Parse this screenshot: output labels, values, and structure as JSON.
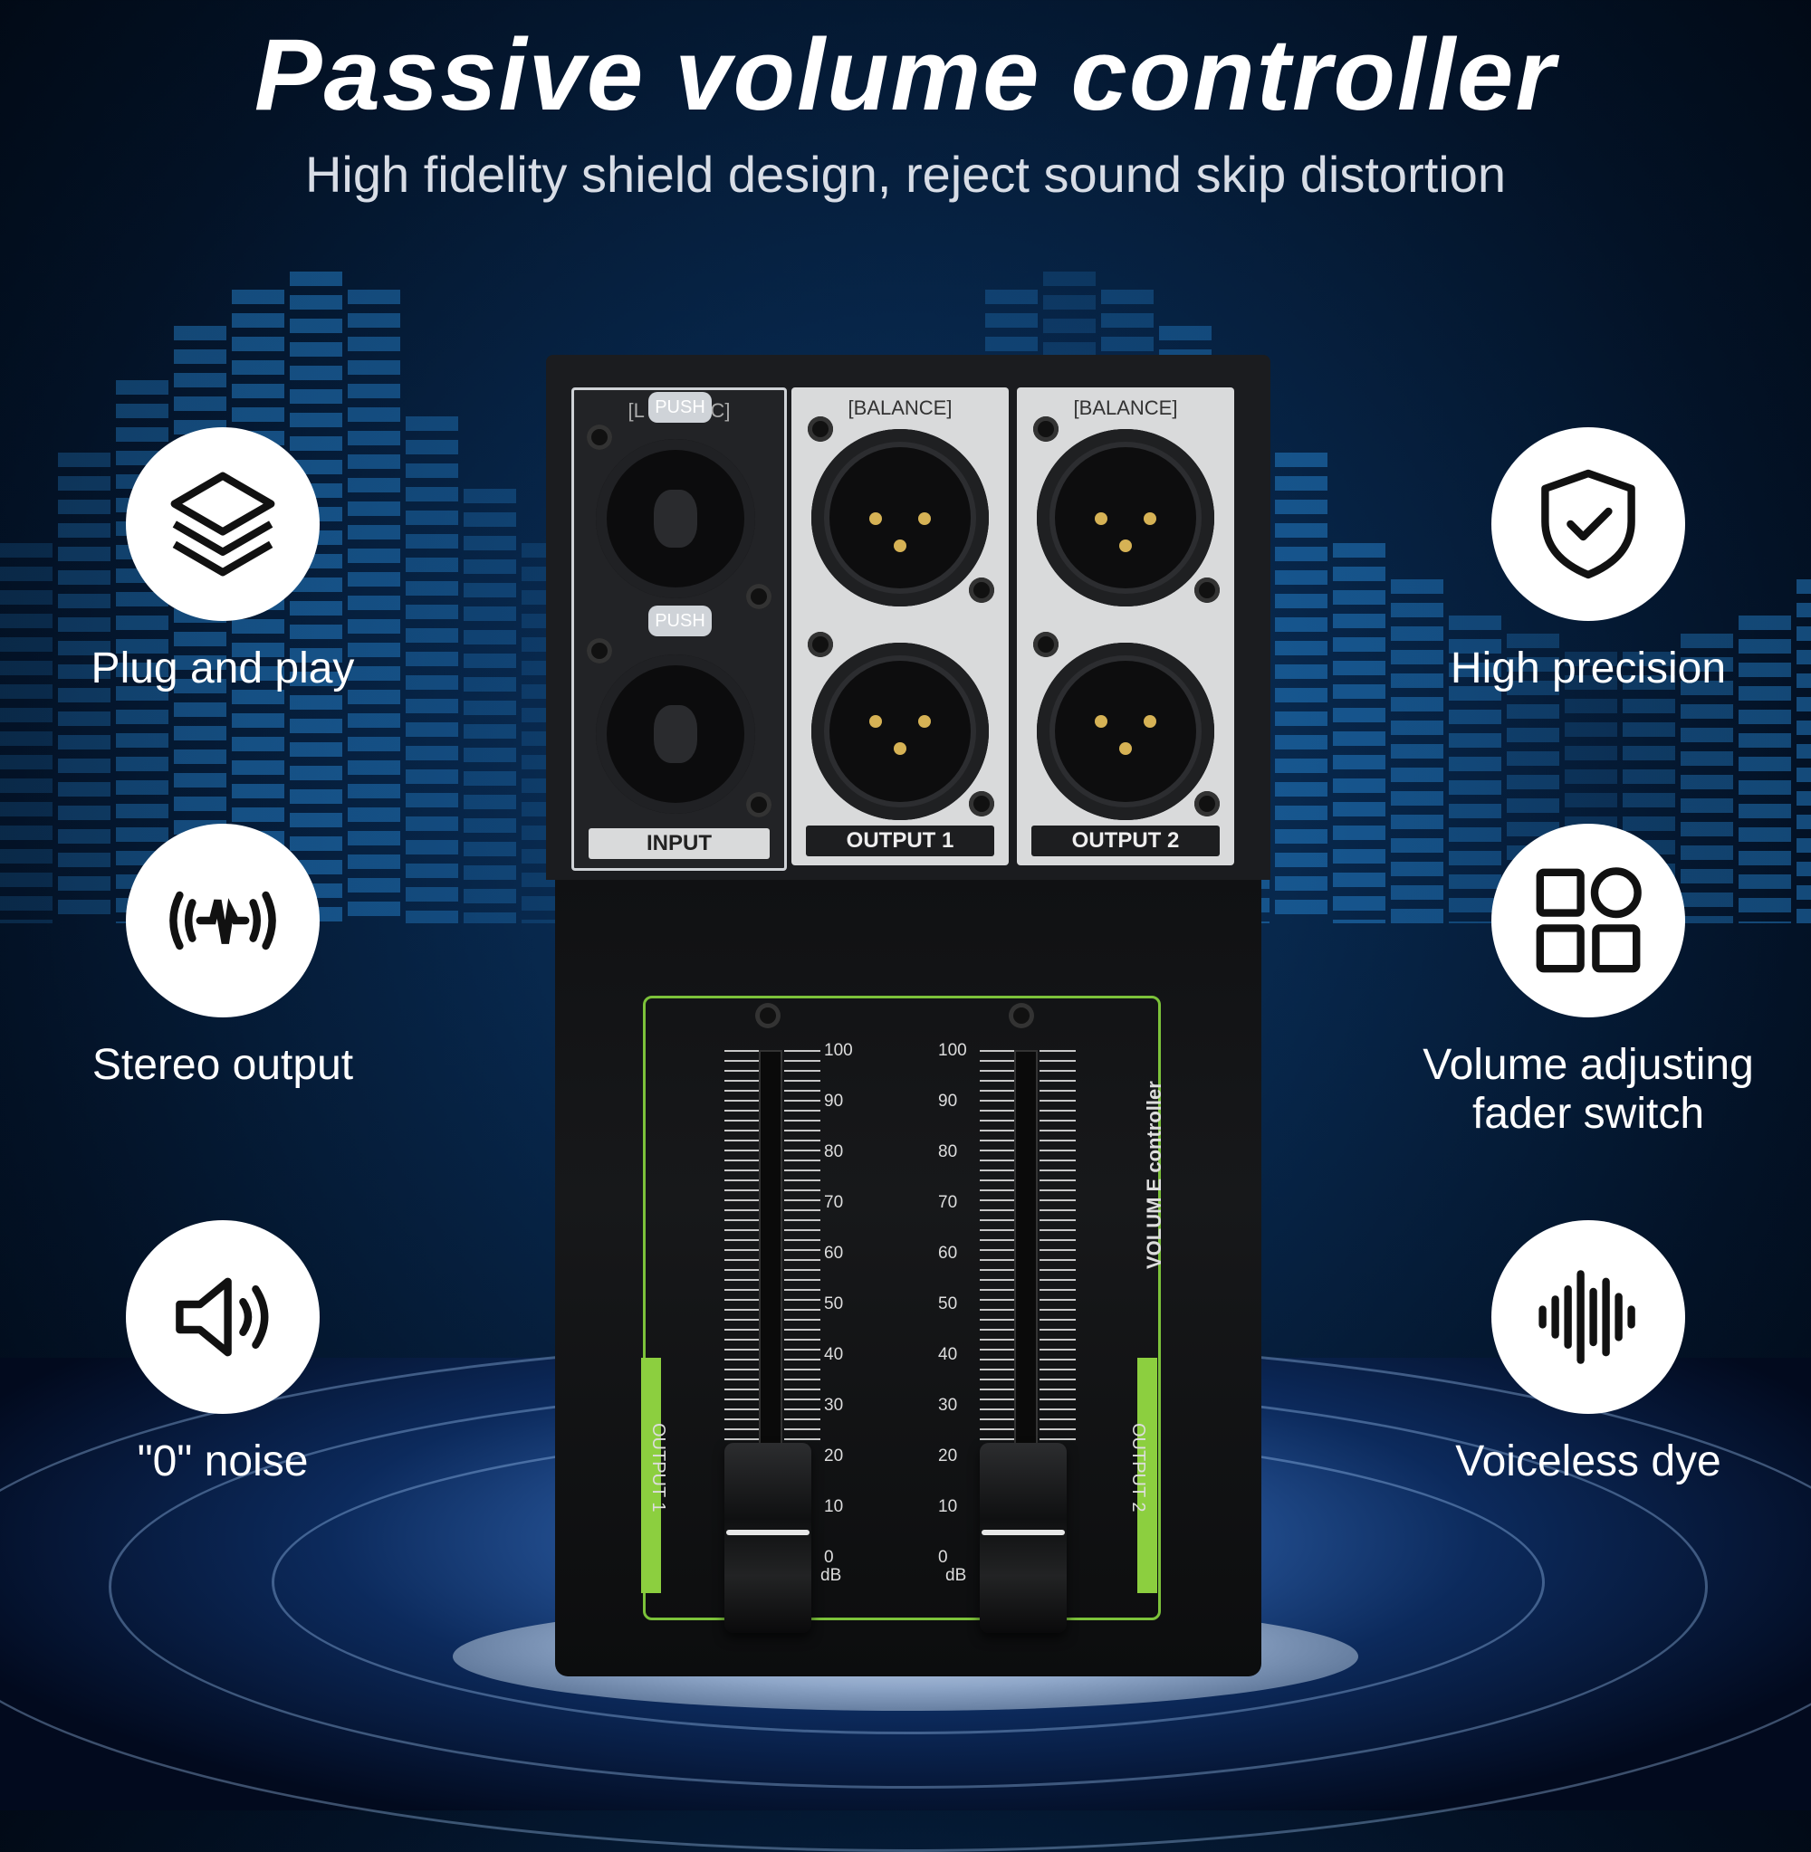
{
  "headline": {
    "title": "Passive volume controller",
    "subtitle": "High fidelity shield design, reject sound skip distortion"
  },
  "features_left": [
    {
      "label": "Plug and play",
      "icon": "layers-icon"
    },
    {
      "label": "Stereo output",
      "icon": "sound-wave-icon"
    },
    {
      "label": "\"0\" noise",
      "icon": "speaker-icon"
    }
  ],
  "features_right": [
    {
      "label": "High precision",
      "icon": "shield-check-icon"
    },
    {
      "label": "Volume adjusting fader switch",
      "icon": "grid-icon"
    },
    {
      "label": "Voiceless dye",
      "icon": "waveform-icon"
    }
  ],
  "device": {
    "input_label": "INPUT",
    "input_top_text": "[L PUSH C]",
    "push_text": "PUSH",
    "output1_header": "[BALANCE]",
    "output2_header": "[BALANCE]",
    "output1_label": "OUTPUT 1",
    "output2_label": "OUTPUT 2",
    "brand_vertical": "VOLUM E controller",
    "fader1_side_label": "OUTPUT 1",
    "fader2_side_label": "OUTPUT 2",
    "db_unit": "dB",
    "scale_ticks": [
      "100",
      "90",
      "80",
      "70",
      "60",
      "50",
      "40",
      "30",
      "20",
      "10",
      "0"
    ]
  },
  "colors": {
    "accent_green": "#7cc23a",
    "background": "#031226",
    "icon_circle": "#ffffff"
  }
}
